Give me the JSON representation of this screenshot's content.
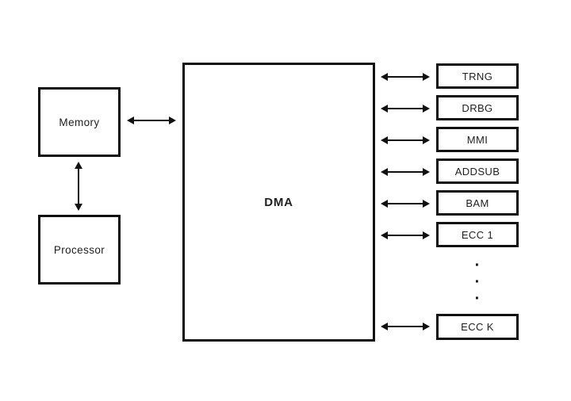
{
  "diagram": {
    "memory": {
      "label": "Memory"
    },
    "processor": {
      "label": "Processor"
    },
    "dma": {
      "label": "DMA"
    },
    "modules": [
      {
        "label": "TRNG"
      },
      {
        "label": "DRBG"
      },
      {
        "label": "MMI"
      },
      {
        "label": "ADDSUB"
      },
      {
        "label": "BAM"
      },
      {
        "label": "ECC 1"
      }
    ],
    "last_module": {
      "label": "ECC K"
    },
    "ellipsis_dots": [
      "·",
      "·",
      "·"
    ],
    "colors": {
      "line": "#111111",
      "text": "#1f1f1f",
      "background": "#ffffff"
    }
  }
}
